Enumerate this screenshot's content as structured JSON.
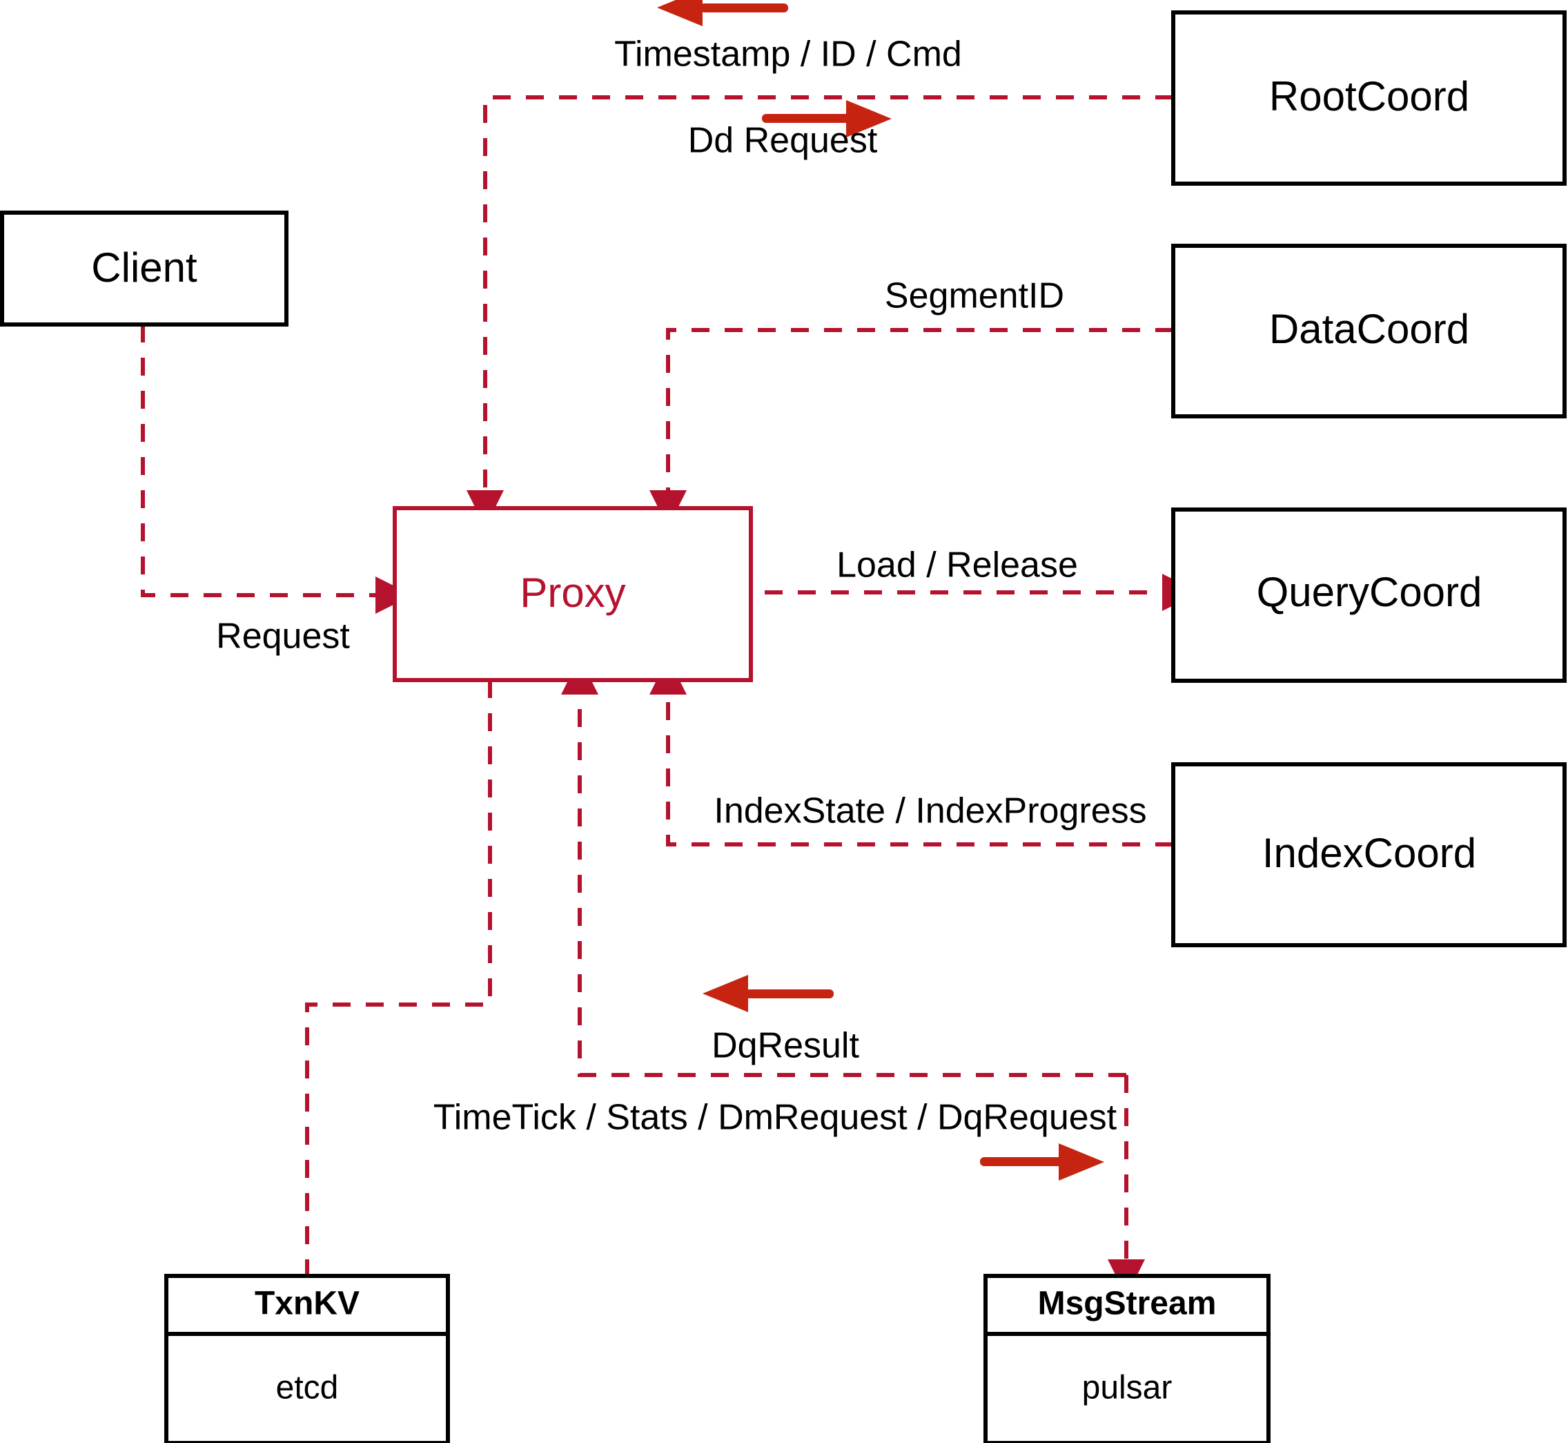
{
  "diagram": {
    "title": "Proxy component interaction",
    "colors": {
      "edge": "#B5122E",
      "accent_box": "#B5122E",
      "direction_arrow": "#C62411",
      "box_stroke": "#000000",
      "background": "#FFFFFF"
    },
    "nodes": [
      {
        "id": "client",
        "label": "Client",
        "style": "plain"
      },
      {
        "id": "proxy",
        "label": "Proxy",
        "style": "accent"
      },
      {
        "id": "rootcoord",
        "label": "RootCoord",
        "style": "plain"
      },
      {
        "id": "datacoord",
        "label": "DataCoord",
        "style": "plain"
      },
      {
        "id": "querycoord",
        "label": "QueryCoord",
        "style": "plain"
      },
      {
        "id": "indexcoord",
        "label": "IndexCoord",
        "style": "plain"
      },
      {
        "id": "txnkv",
        "label": "TxnKV",
        "sublabel": "etcd",
        "style": "two-part"
      },
      {
        "id": "msgstream",
        "label": "MsgStream",
        "sublabel": "pulsar",
        "style": "two-part"
      }
    ],
    "edges": [
      {
        "id": "client-proxy",
        "label": "Request",
        "from": "client",
        "to": "proxy"
      },
      {
        "id": "proxy-rootcoord",
        "label": "Dd Request",
        "from": "proxy",
        "to": "rootcoord"
      },
      {
        "id": "rootcoord-proxy",
        "label": "Timestamp / ID / Cmd",
        "from": "rootcoord",
        "to": "proxy"
      },
      {
        "id": "datacoord-proxy",
        "label": "SegmentID",
        "from": "datacoord",
        "to": "proxy"
      },
      {
        "id": "proxy-querycoord",
        "label": "Load / Release",
        "from": "proxy",
        "to": "querycoord"
      },
      {
        "id": "indexcoord-proxy",
        "label": "IndexState / IndexProgress",
        "from": "indexcoord",
        "to": "proxy"
      },
      {
        "id": "msgstream-proxy",
        "label": "DqResult",
        "from": "msgstream",
        "to": "proxy"
      },
      {
        "id": "proxy-msgstream",
        "label": "TimeTick / Stats / DmRequest / DqRequest",
        "from": "proxy",
        "to": "msgstream"
      },
      {
        "id": "proxy-txnkv",
        "label": "",
        "from": "proxy",
        "to": "txnkv"
      }
    ],
    "labels": {
      "timestamp_id_cmd": "Timestamp / ID / Cmd",
      "dd_request": "Dd Request",
      "segment_id": "SegmentID",
      "request": "Request",
      "load_release": "Load / Release",
      "index_state_progress": "IndexState / IndexProgress",
      "dq_result": "DqResult",
      "timetick_stats": "TimeTick / Stats / DmRequest / DqRequest"
    },
    "node_text": {
      "client": "Client",
      "proxy": "Proxy",
      "rootcoord": "RootCoord",
      "datacoord": "DataCoord",
      "querycoord": "QueryCoord",
      "indexcoord": "IndexCoord",
      "txnkv_title": "TxnKV",
      "txnkv_impl": "etcd",
      "msgstream_title": "MsgStream",
      "msgstream_impl": "pulsar"
    }
  }
}
